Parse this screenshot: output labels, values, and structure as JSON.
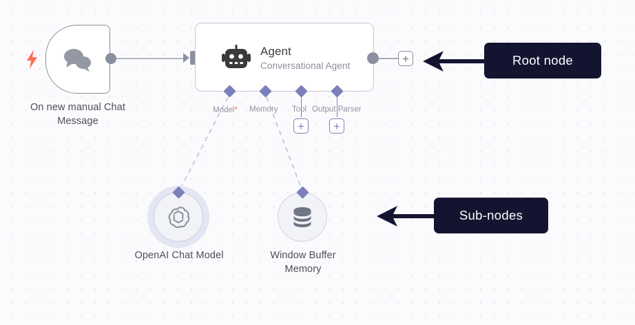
{
  "canvas": {
    "background_color": "#fbfbfd",
    "grid_dot_color": "#e6e6ec"
  },
  "nodes": {
    "trigger": {
      "caption": "On new manual Chat Message",
      "icon": "chat-bubbles-icon",
      "badge_icon": "lightning-bolt-icon",
      "badge_color": "#ff6d5a",
      "border_color": "#86909c"
    },
    "agent": {
      "title": "Agent",
      "subtitle": "Conversational Agent",
      "icon": "robot-head-icon",
      "border_color": "#c7c9d4",
      "input_port": "agent-input-port",
      "output_port": "agent-output-port",
      "output_plus_label": "+"
    },
    "ports": [
      {
        "label": "Model",
        "required": true,
        "required_marker": "*",
        "has_plus": false
      },
      {
        "label": "Memory",
        "required": false,
        "required_marker": "",
        "has_plus": false
      },
      {
        "label": "Tool",
        "required": false,
        "required_marker": "",
        "has_plus": true,
        "plus_label": "+"
      },
      {
        "label": "Output Parser",
        "required": false,
        "required_marker": "",
        "has_plus": true,
        "plus_label": "+"
      }
    ],
    "subnodes": [
      {
        "caption": "OpenAI Chat Model",
        "icon": "openai-logo-icon",
        "halo": true
      },
      {
        "caption": "Window Buffer Memory",
        "icon": "database-cylinder-icon",
        "halo": false
      }
    ]
  },
  "annotations": [
    {
      "label": "Root node",
      "color": "#131530",
      "points_to": "agent-node"
    },
    {
      "label": "Sub-nodes",
      "color": "#131530",
      "points_to": "subnodes-group"
    }
  ]
}
